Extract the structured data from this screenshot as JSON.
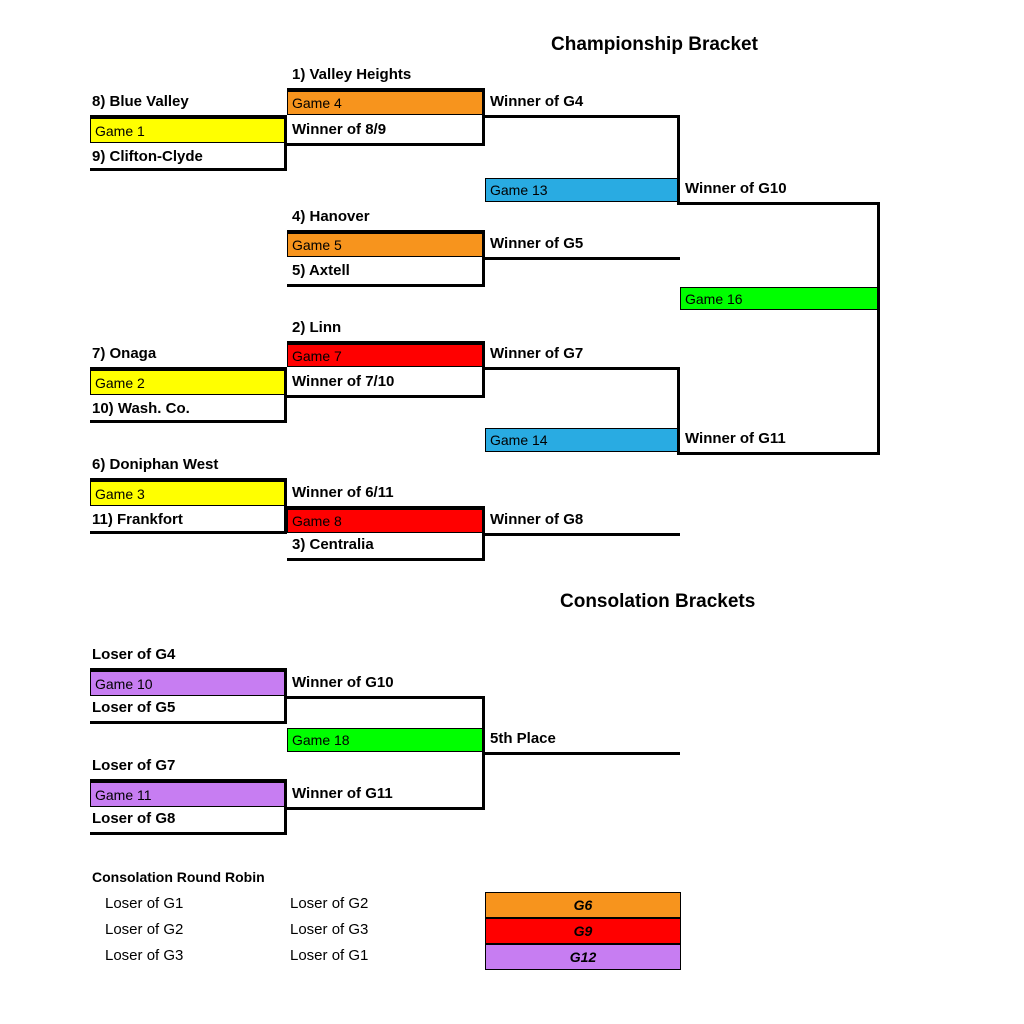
{
  "championship": {
    "title": "Championship Bracket",
    "matchups": {
      "g1": {
        "slot_top": "8) Blue Valley",
        "label": "Game 1",
        "slot_bottom": "9) Clifton-Clyde",
        "color": "#FFFF00"
      },
      "g2": {
        "slot_top": "7) Onaga",
        "label": "Game 2",
        "slot_bottom": "10) Wash. Co.",
        "color": "#FFFF00"
      },
      "g3": {
        "slot_top": "6) Doniphan West",
        "label": "Game 3",
        "slot_bottom": "11) Frankfort",
        "color": "#FFFF00"
      },
      "g4": {
        "slot_top": "1) Valley Heights",
        "label": "Game 4",
        "slot_bottom": "Winner of 8/9",
        "color": "#F7941D",
        "advance": "Winner of G4"
      },
      "g5": {
        "slot_top": "4) Hanover",
        "label": "Game 5",
        "slot_bottom": "5) Axtell",
        "color": "#F7941D",
        "advance": "Winner of G5"
      },
      "g7": {
        "slot_top": "2) Linn",
        "label": "Game 7",
        "slot_bottom": "Winner of 7/10",
        "color": "#FF0000",
        "advance": "Winner of G7"
      },
      "g8": {
        "slot_top": "Winner of 6/11",
        "label": "Game 8",
        "slot_bottom": "3) Centralia",
        "color": "#FF0000",
        "advance": "Winner of G8"
      },
      "g13": {
        "label": "Game 13",
        "color": "#29ABE2",
        "advance": "Winner of G10"
      },
      "g14": {
        "label": "Game 14",
        "color": "#29ABE2",
        "advance": "Winner of G11"
      },
      "g16": {
        "label": "Game 16",
        "color": "#00FF00"
      }
    }
  },
  "consolation": {
    "title": "Consolation Brackets",
    "matchups": {
      "g10": {
        "slot_top": "Loser of G4",
        "label": "Game 10",
        "slot_bottom": "Loser of G5",
        "color": "#C77DF2",
        "advance": "Winner of G10"
      },
      "g11": {
        "slot_top": "Loser of G7",
        "label": "Game 11",
        "slot_bottom": "Loser of G8",
        "color": "#C77DF2",
        "advance": "Winner of G11"
      },
      "g18": {
        "label": "Game 18",
        "color": "#00FF00",
        "advance": "5th Place"
      }
    }
  },
  "round_robin": {
    "title": "Consolation Round Robin",
    "rows": [
      {
        "team_a": "Loser of G1",
        "team_b": "Loser of G2",
        "game": "G6",
        "color": "#F7941D"
      },
      {
        "team_a": "Loser of G2",
        "team_b": "Loser of G3",
        "game": "G9",
        "color": "#FF0000"
      },
      {
        "team_a": "Loser of G3",
        "team_b": "Loser of G1",
        "game": "G12",
        "color": "#C77DF2"
      }
    ]
  }
}
